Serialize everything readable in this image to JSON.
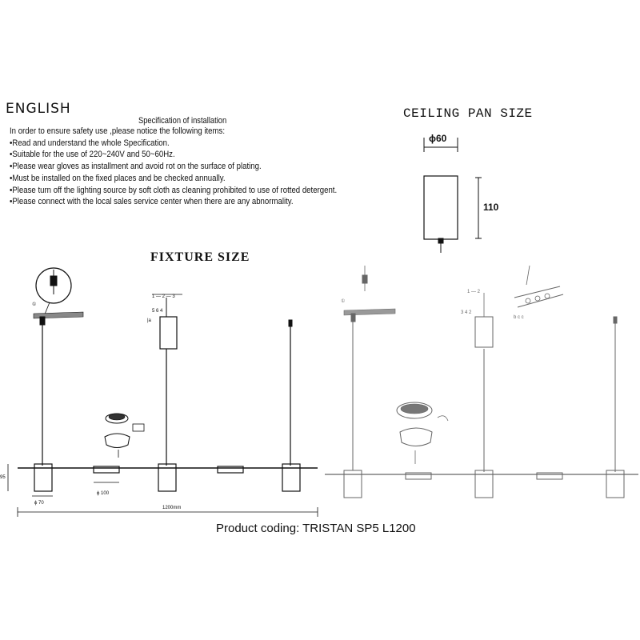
{
  "language_title": "ENGLISH",
  "specification": {
    "heading": "Specification of installation",
    "items": [
      "In order to ensure safety use ,please notice the following items:",
      "•Read and understand the whole Specification.",
      "•Suitable for the use of 220~240V and 50~60Hz.",
      "•Please wear gloves as installment and avoid rot on the surface of plating.",
      "•Must be installed on the fixed places and be checked annually.",
      "•Please turn off the lighting source by soft cloth as cleaning prohibited to use of rotted detergent.",
      "•Please connect with the local sales service center when there are any abnormality."
    ]
  },
  "ceiling_pan": {
    "title": "CEILING PAN SIZE",
    "diameter_label": "ϕ60",
    "height_label": "110"
  },
  "fixture": {
    "title": "FIXTURE SIZE",
    "height_label": "95",
    "spot_diameter_label": "ϕ 70",
    "bar_diameter_label": "ϕ 100",
    "length_label": "1200mm",
    "step_label": "①"
  },
  "product_coding": "Product coding: TRISTAN SP5 L1200",
  "colors": {
    "line": "#111111",
    "light_line": "#666666"
  }
}
